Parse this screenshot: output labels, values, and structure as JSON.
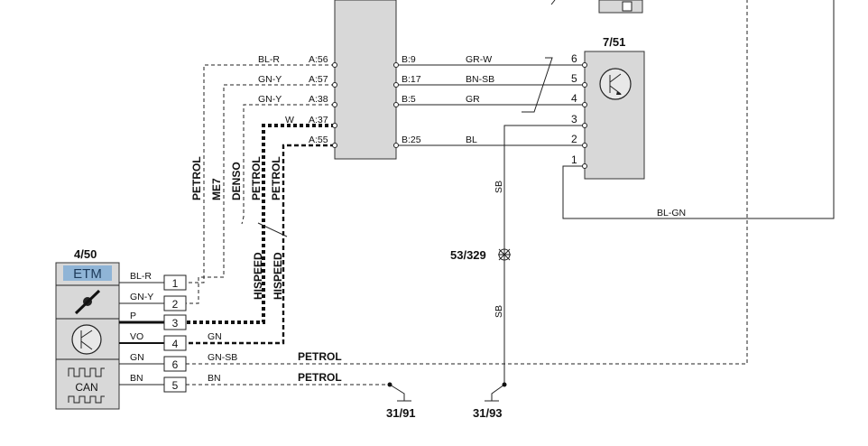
{
  "components": {
    "etm": {
      "id": "4/50",
      "name": "ETM",
      "can_label": "CAN"
    },
    "module_751": {
      "id": "7/51"
    },
    "connector_53329": {
      "id": "53/329"
    },
    "ground_3191": {
      "id": "31/91"
    },
    "ground_3193": {
      "id": "31/93"
    }
  },
  "ecm_pins_a": [
    "A:56",
    "A:57",
    "A:38",
    "A:37",
    "A:55"
  ],
  "ecm_wires_a": [
    "BL-R",
    "GN-Y",
    "GN-Y",
    "W",
    ""
  ],
  "ecm_pins_b": [
    "B:9",
    "B:17",
    "B:5",
    "B:25"
  ],
  "ecm_wires_b": [
    "GR-W",
    "BN-SB",
    "GR",
    "BL"
  ],
  "module_751_pins": [
    "6",
    "5",
    "4",
    "3",
    "2",
    "1"
  ],
  "etm_pins": [
    "1",
    "2",
    "3",
    "4",
    "6",
    "5"
  ],
  "etm_wire_left": [
    "BL-R",
    "GN-Y",
    "P",
    "VO",
    "GN",
    "BN"
  ],
  "etm_wire_right": [
    "",
    "",
    "",
    "GN",
    "GN-SB",
    "BN"
  ],
  "vertical_labels": [
    "PETROL",
    "ME7",
    "DENSO",
    "PETROL",
    "PETROL",
    "HISPEED",
    "HISPEED"
  ],
  "wire_labels": {
    "sb_upper": "SB",
    "sb_lower": "SB",
    "bl_gn": "BL-GN",
    "petrol_upper": "PETROL",
    "petrol_lower": "PETROL"
  }
}
